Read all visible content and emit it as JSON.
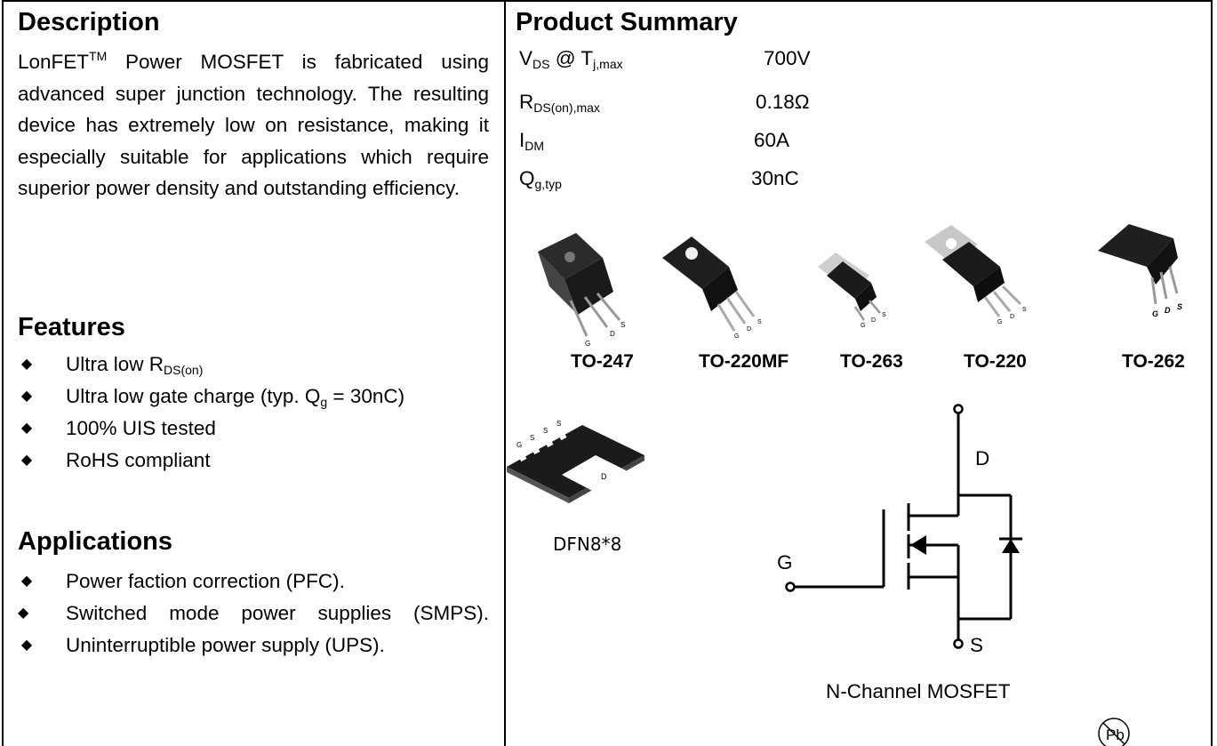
{
  "description": {
    "heading": "Description",
    "brand": "LonFET",
    "brand_tm": "TM",
    "body": " Power MOSFET is fabricated using advanced super junction technology. The resulting device has extremely low on resistance, making it especially suitable for applications which require superior power density and outstanding efficiency."
  },
  "features": {
    "heading": "Features",
    "items": [
      {
        "text": "Ultra low R",
        "sub": "DS(on)",
        "tail": ""
      },
      {
        "text": "Ultra low gate charge (typ. Q",
        "sub": "g",
        "tail": " = 30nC)"
      },
      {
        "text": "100% UIS tested",
        "sub": "",
        "tail": ""
      },
      {
        "text": "RoHS compliant",
        "sub": "",
        "tail": ""
      }
    ]
  },
  "applications": {
    "heading": "Applications",
    "items": [
      "Power faction correction (PFC).",
      "Switched mode power supplies (SMPS).",
      "Uninterruptible power supply (UPS)."
    ]
  },
  "summary": {
    "heading": "Product Summary",
    "rows": [
      {
        "sym": "V",
        "sub": "DS",
        "mid": " @ T",
        "sub2": "j,max",
        "value": "700V"
      },
      {
        "sym": "R",
        "sub": "DS(on),max",
        "mid": "",
        "sub2": "",
        "value": "0.18Ω"
      },
      {
        "sym": "I",
        "sub": "DM",
        "mid": "",
        "sub2": "",
        "value": "60A"
      },
      {
        "sym": "Q",
        "sub": "g,typ",
        "mid": "",
        "sub2": "",
        "value": "30nC"
      }
    ]
  },
  "packages": {
    "labels": [
      "TO-247",
      "TO-220MF",
      "TO-263",
      "TO-220",
      "TO-262"
    ],
    "pin_letters": [
      "G",
      "D",
      "S"
    ],
    "dfn": {
      "label": "DFN8*8",
      "pins": [
        "G",
        "S",
        "S",
        "S"
      ],
      "pad": "D"
    }
  },
  "schematic": {
    "drain": "D",
    "gate": "G",
    "source": "S",
    "caption": "N-Channel MOSFET",
    "pb_mark": "Pb"
  }
}
